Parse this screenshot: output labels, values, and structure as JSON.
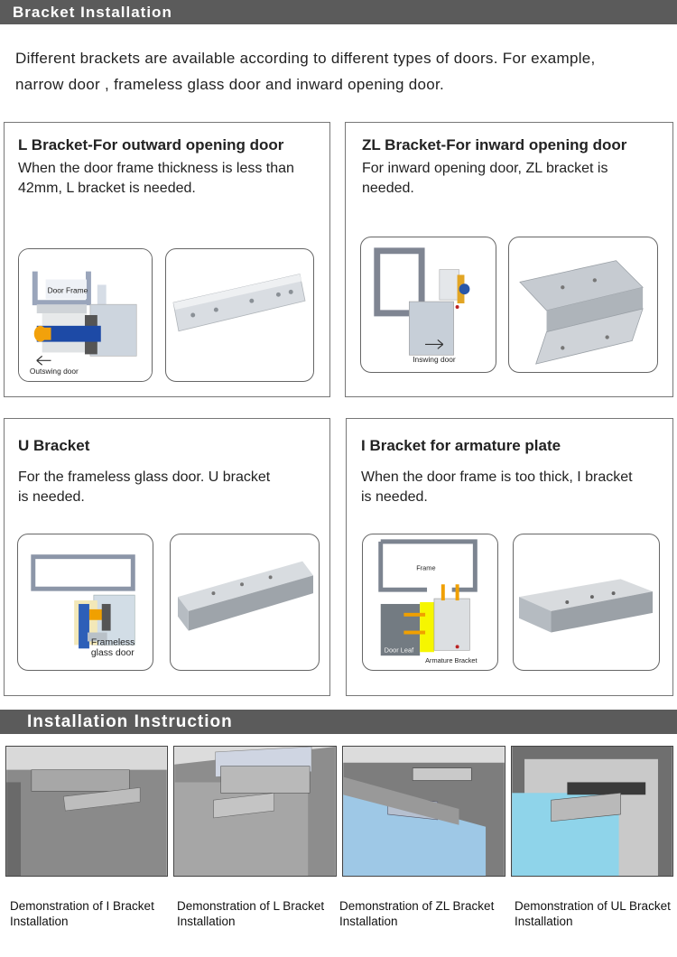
{
  "header": {
    "title": "Bracket Installation"
  },
  "intro": {
    "line1": "Different brackets are available according to different types of doors. For example,",
    "line2": "narrow door , frameless glass door and inward opening door."
  },
  "cards": {
    "l": {
      "title": "L Bracket-For outward opening door",
      "desc_line1": "When the door frame thickness is less than",
      "desc_line2": "42mm, L bracket is needed.",
      "diagram_label_top": "Door Frame",
      "diagram_label_bottom": "Outswing door"
    },
    "zl": {
      "title": "ZL Bracket-For inward opening door",
      "desc_line1": "For inward opening door, ZL bracket is",
      "desc_line2": "needed.",
      "diagram_label_bottom": "Inswing door"
    },
    "u": {
      "title": "U Bracket",
      "desc_line1": "For the frameless glass door. U bracket",
      "desc_line2": "is needed.",
      "diagram_label_1": "Frameless",
      "diagram_label_2": "glass door"
    },
    "i": {
      "title": "I Bracket for armature plate",
      "desc_line1": "When the door frame is too thick, I bracket",
      "desc_line2": "is needed.",
      "diagram_label_frame": "Frame",
      "diagram_label_leaf": "Door Leaf",
      "diagram_label_bracket": "Armature Bracket"
    }
  },
  "section2": {
    "title": "Installation Instruction"
  },
  "demos": [
    {
      "line1": "Demonstration of I Bracket",
      "line2": "Installation"
    },
    {
      "line1": "Demonstration of L Bracket",
      "line2": "Installation"
    },
    {
      "line1": "Demonstration of ZL Bracket",
      "line2": "Installation"
    },
    {
      "line1": "Demonstration of UL Bracket",
      "line2": "Installation"
    }
  ]
}
